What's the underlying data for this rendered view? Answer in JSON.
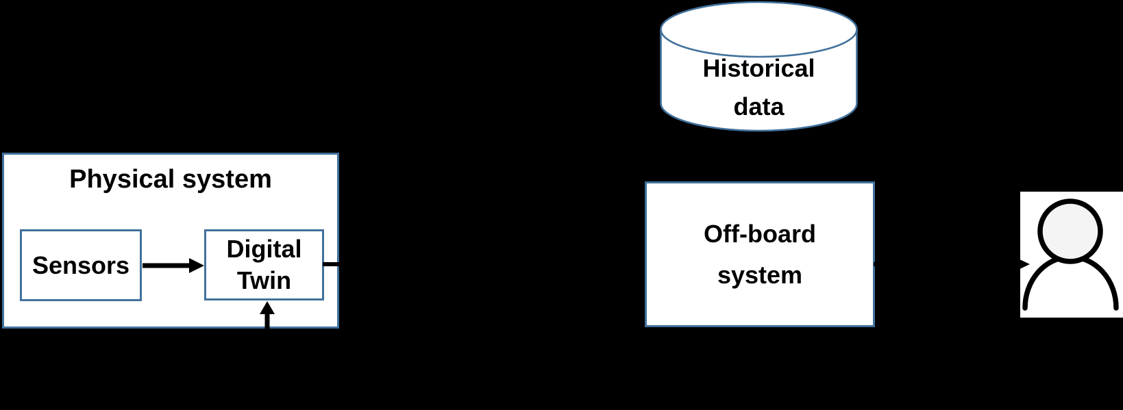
{
  "canvas": {
    "background": "#000000",
    "box_fill": "#ffffff",
    "border_blue": "#41719C",
    "arrow_color": "#000000",
    "text_color": "#000000"
  },
  "nodes": {
    "physical_system": {
      "title": "Physical system"
    },
    "sensors": {
      "label": "Sensors"
    },
    "digital_twin": {
      "line1": "Digital",
      "line2": "Twin"
    },
    "historical_data": {
      "line1": "Historical",
      "line2": "data",
      "shape": "database-cylinder-icon"
    },
    "offboard_system": {
      "line1": "Off-board",
      "line2": "system"
    },
    "user": {
      "icon": "person-icon"
    }
  },
  "connectors": [
    {
      "from": "sensors",
      "to": "digital_twin",
      "style": "arrow-right"
    },
    {
      "from": "below-frame",
      "to": "digital_twin",
      "style": "arrow-up"
    },
    {
      "from": "digital_twin",
      "to": "offboard_system",
      "style": "arrow-right"
    },
    {
      "from": "offboard_system",
      "to": "user",
      "style": "arrow-right"
    }
  ]
}
